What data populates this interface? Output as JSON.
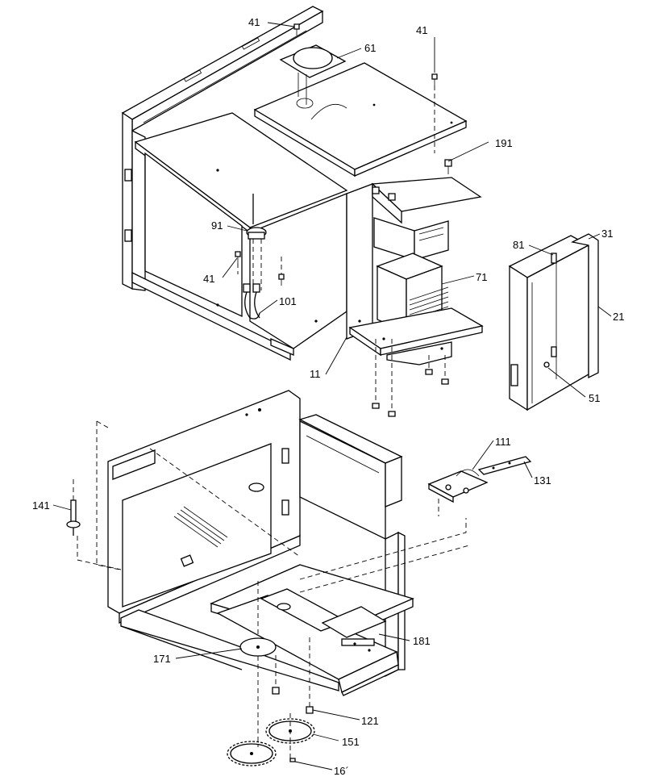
{
  "callouts": [
    {
      "id": "c41a",
      "text": "41"
    },
    {
      "id": "c61",
      "text": "61"
    },
    {
      "id": "c41b",
      "text": "41"
    },
    {
      "id": "c191",
      "text": "191"
    },
    {
      "id": "c91",
      "text": "91"
    },
    {
      "id": "c41c",
      "text": "41"
    },
    {
      "id": "c101",
      "text": "101"
    },
    {
      "id": "c11",
      "text": "11"
    },
    {
      "id": "c71",
      "text": "71"
    },
    {
      "id": "c81",
      "text": "81"
    },
    {
      "id": "c31",
      "text": "31"
    },
    {
      "id": "c21",
      "text": "21"
    },
    {
      "id": "c51",
      "text": "51"
    },
    {
      "id": "c111",
      "text": "111"
    },
    {
      "id": "c131",
      "text": "131"
    },
    {
      "id": "c141",
      "text": "141"
    },
    {
      "id": "c181",
      "text": "181"
    },
    {
      "id": "c171",
      "text": "171"
    },
    {
      "id": "c121",
      "text": "121"
    },
    {
      "id": "c151",
      "text": "151"
    },
    {
      "id": "c161",
      "text": "16´"
    }
  ]
}
